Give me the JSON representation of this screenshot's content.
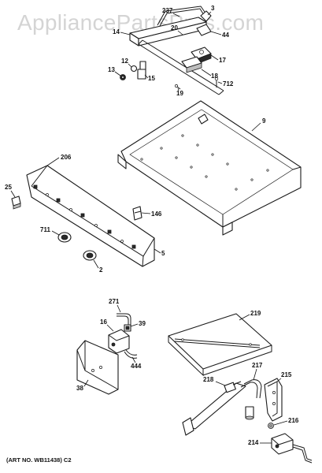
{
  "watermark": "AppliancePartsPros.com",
  "art_note": "(ART NO. WB11438) C2",
  "labels": {
    "p237": "237",
    "p3": "3",
    "p14": "14",
    "p20": "20",
    "p44": "44",
    "p17": "17",
    "p12": "12",
    "p13": "13",
    "p15": "15",
    "p18": "18",
    "p712": "712",
    "p19": "19",
    "p9": "9",
    "p206": "206",
    "p25": "25",
    "p146": "146",
    "p711": "711",
    "p5": "5",
    "p2": "2",
    "p271": "271",
    "p16": "16",
    "p39": "39",
    "p444": "444",
    "p38": "38",
    "p219": "219",
    "p217": "217",
    "p215": "215",
    "p218": "218",
    "p216": "216",
    "p214": "214"
  }
}
